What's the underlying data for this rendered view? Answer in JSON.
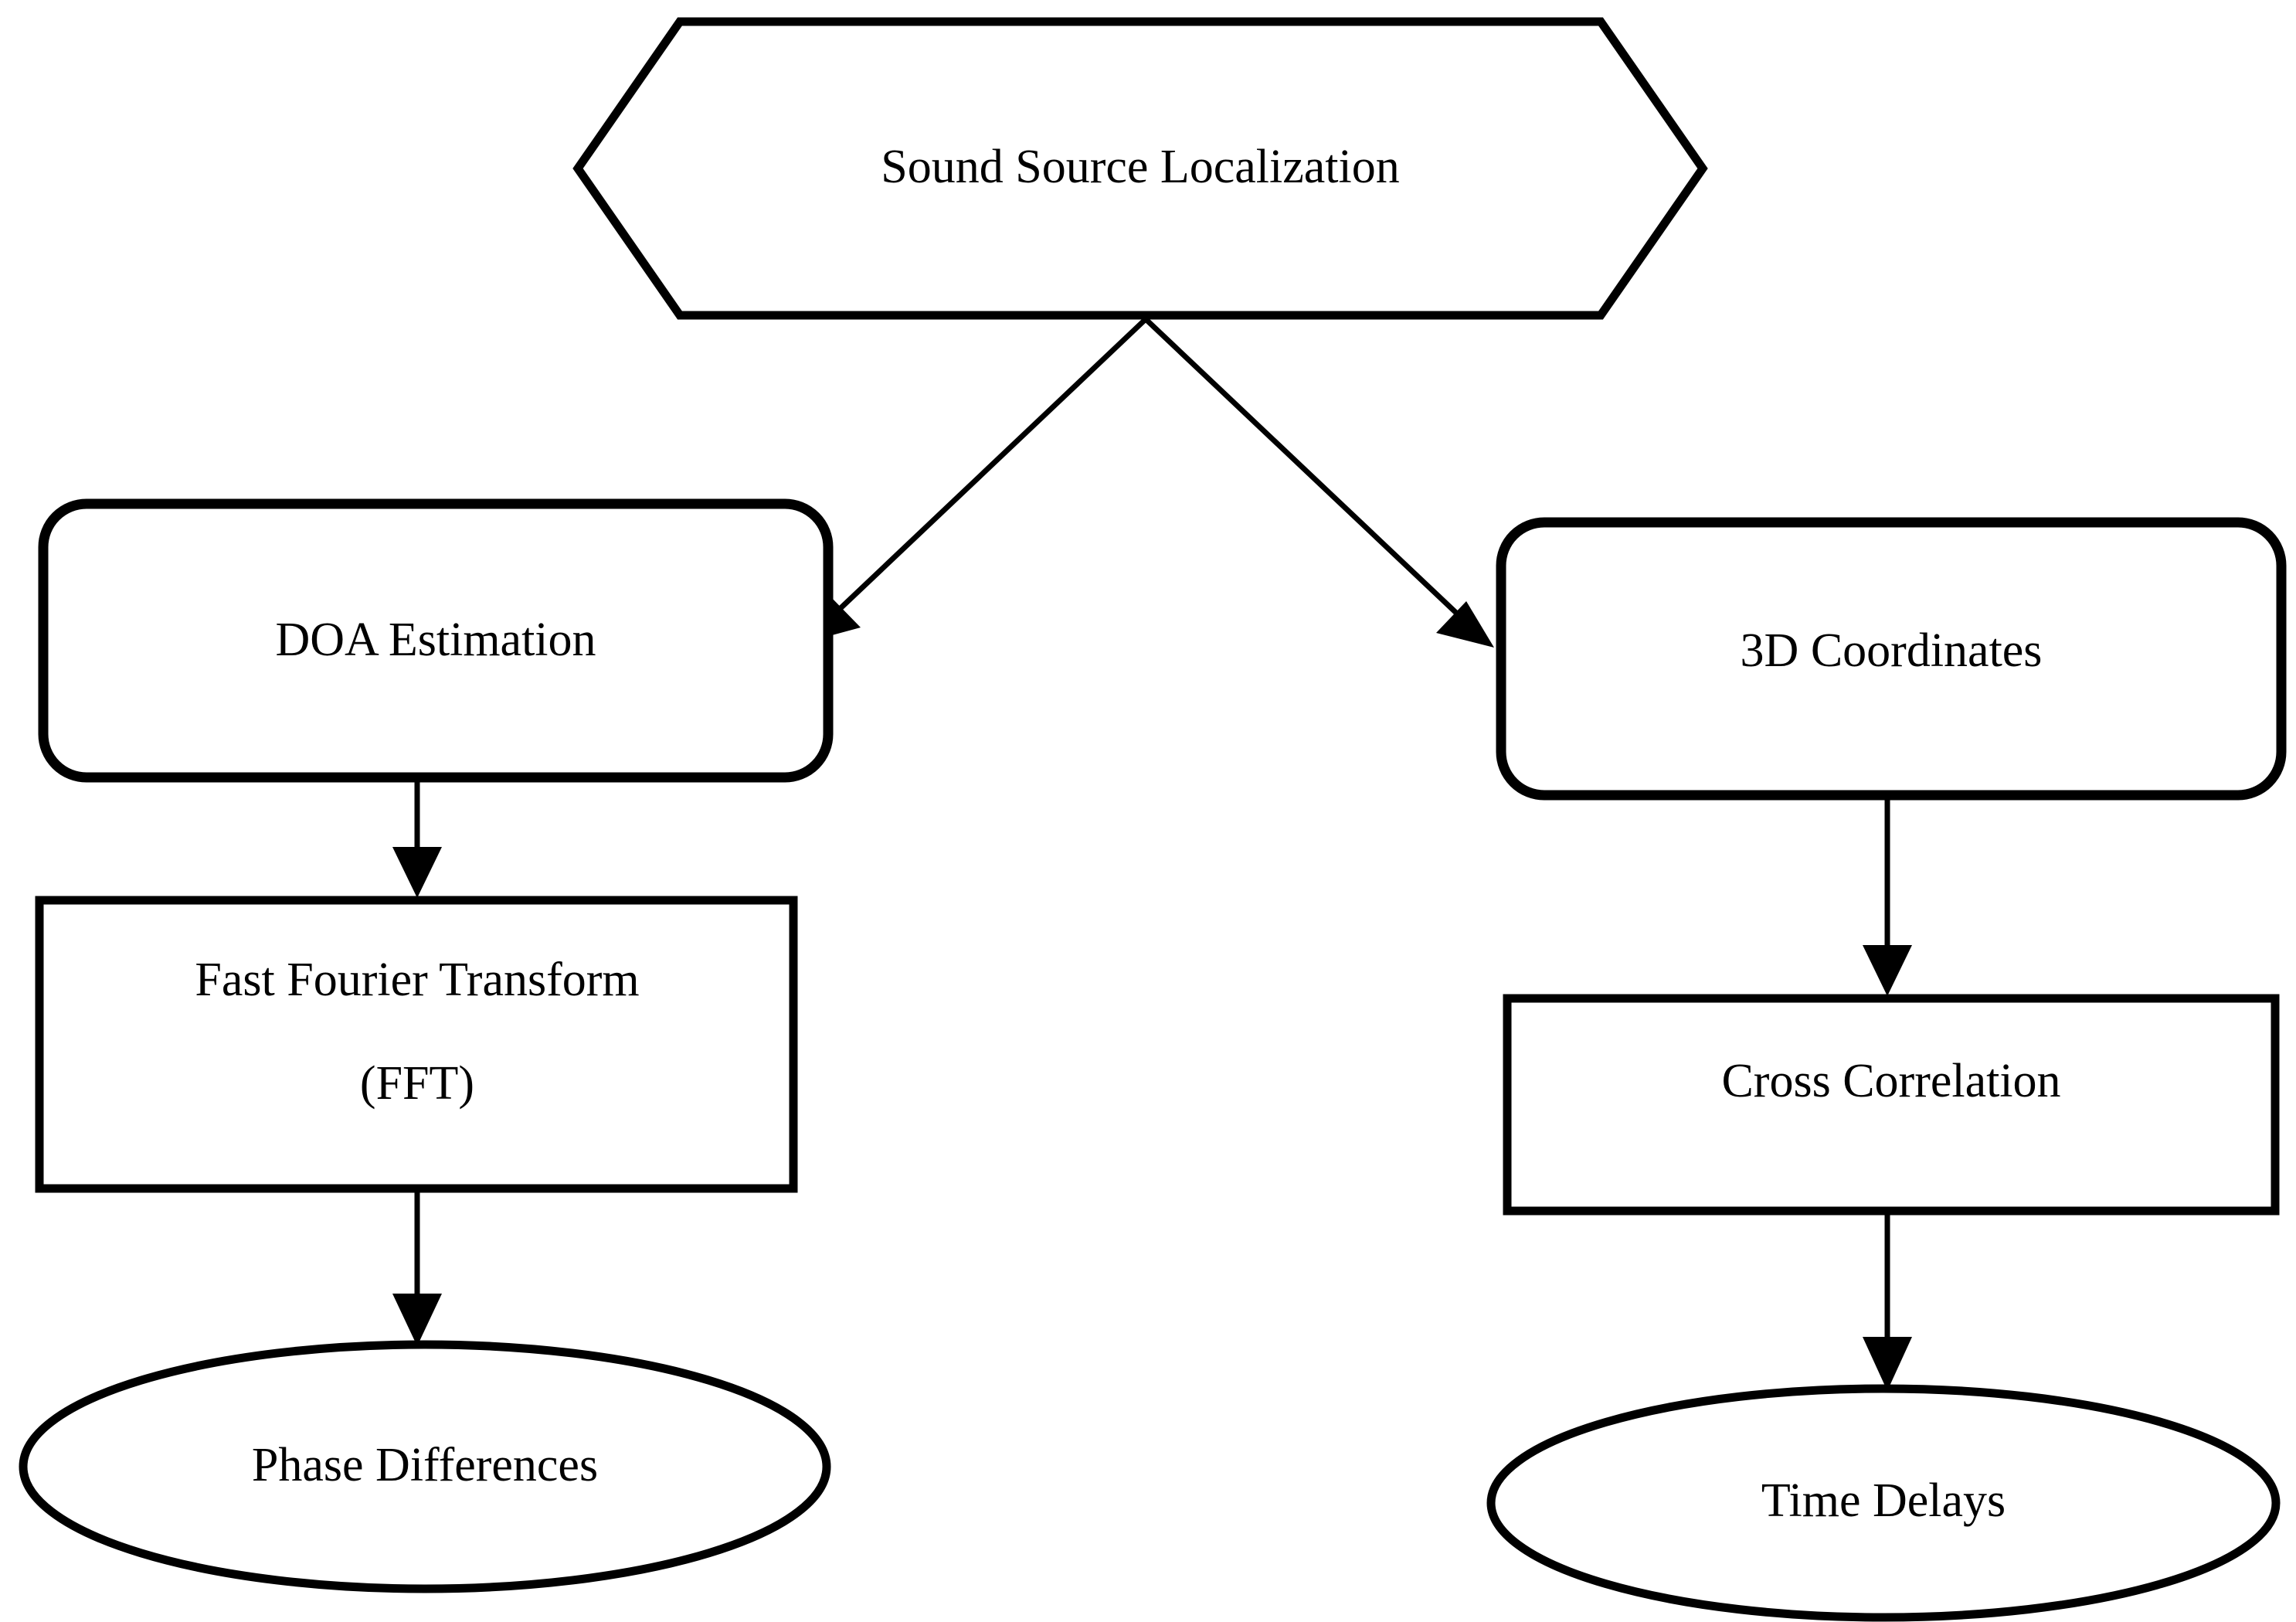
{
  "diagram": {
    "title": "Sound Source Localization",
    "type": "flowchart",
    "orientation": "top-down",
    "background_color": "#ffffff",
    "stroke_color": "#000000",
    "nodes": [
      {
        "id": "root",
        "label": "Sound Source Localization",
        "shape": "hexagon",
        "level": 0
      },
      {
        "id": "doa",
        "label": "DOA Estimation",
        "shape": "rounded-rectangle",
        "level": 1,
        "branch": "left"
      },
      {
        "id": "coords",
        "label": "3D Coordinates",
        "shape": "rounded-rectangle",
        "level": 1,
        "branch": "right"
      },
      {
        "id": "fft",
        "label": "Fast Fourier Transform",
        "label_line2": "(FFT)",
        "shape": "rectangle",
        "level": 2,
        "branch": "left"
      },
      {
        "id": "xcorr",
        "label": "Cross Correlation",
        "shape": "rectangle",
        "level": 2,
        "branch": "right"
      },
      {
        "id": "phase",
        "label": "Phase Differences",
        "shape": "ellipse",
        "level": 3,
        "branch": "left"
      },
      {
        "id": "delays",
        "label": "Time Delays",
        "shape": "ellipse",
        "level": 3,
        "branch": "right"
      }
    ],
    "edges": [
      {
        "from": "root",
        "to": "doa",
        "style": "solid",
        "arrow": "single"
      },
      {
        "from": "root",
        "to": "coords",
        "style": "solid",
        "arrow": "single"
      },
      {
        "from": "doa",
        "to": "fft",
        "style": "solid",
        "arrow": "single"
      },
      {
        "from": "coords",
        "to": "xcorr",
        "style": "solid",
        "arrow": "single"
      },
      {
        "from": "fft",
        "to": "phase",
        "style": "solid",
        "arrow": "single"
      },
      {
        "from": "xcorr",
        "to": "delays",
        "style": "solid",
        "arrow": "single"
      }
    ]
  }
}
